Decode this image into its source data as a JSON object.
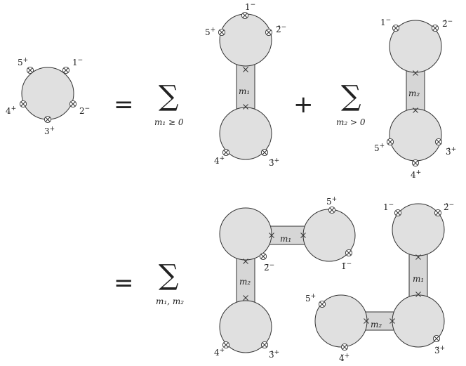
{
  "lhs": {
    "labels": [
      {
        "base": "5",
        "sup": "+"
      },
      {
        "base": "1",
        "sup": "−"
      },
      {
        "base": "4",
        "sup": "+"
      },
      {
        "base": "2",
        "sup": "−"
      },
      {
        "base": "3",
        "sup": "+"
      }
    ]
  },
  "row1": {
    "equals": "=",
    "plus": "+",
    "sum1": {
      "symbol": "∑",
      "sub": "m₁ ≥ 0"
    },
    "diagram1": {
      "top": [
        {
          "base": "1",
          "sup": "−"
        },
        {
          "base": "5",
          "sup": "+"
        },
        {
          "base": "2̂",
          "sup": "−"
        }
      ],
      "bottom": [
        {
          "base": "4",
          "sup": "+"
        },
        {
          "base": "3̂",
          "sup": "+"
        }
      ],
      "prop": "m₁"
    },
    "sum2": {
      "symbol": "∑",
      "sub": "m₂ > 0"
    },
    "diagram2": {
      "top": [
        {
          "base": "1",
          "sup": "−"
        },
        {
          "base": "2̂",
          "sup": "−"
        }
      ],
      "bottom": [
        {
          "base": "5",
          "sup": "+"
        },
        {
          "base": "3̂",
          "sup": "+"
        },
        {
          "base": "4",
          "sup": "+"
        }
      ],
      "prop": "m₂"
    }
  },
  "row2": {
    "equals": "=",
    "sum": {
      "symbol": "∑",
      "sub": "m₁, m₂"
    },
    "diagram3": {
      "right_top": {
        "base": "5",
        "sup": "+"
      },
      "right_bottom": {
        "base": "1̄",
        "sup": "−"
      },
      "mid": {
        "base": "2̄",
        "sup": "−"
      },
      "bottom": [
        {
          "base": "4",
          "sup": "+"
        },
        {
          "base": "3̂",
          "sup": "+"
        }
      ],
      "prop_h": "m₁",
      "prop_v": "m₂"
    },
    "diagram4": {
      "top": [
        {
          "base": "1",
          "sup": "−"
        },
        {
          "base": "2̂",
          "sup": "−"
        }
      ],
      "left": {
        "base": "5",
        "sup": "+"
      },
      "bottom_left": {
        "base": "4̆",
        "sup": "+"
      },
      "bottom_right": {
        "base": "3̌",
        "sup": "+"
      },
      "prop_v": "m₁",
      "prop_h": "m₂"
    }
  }
}
